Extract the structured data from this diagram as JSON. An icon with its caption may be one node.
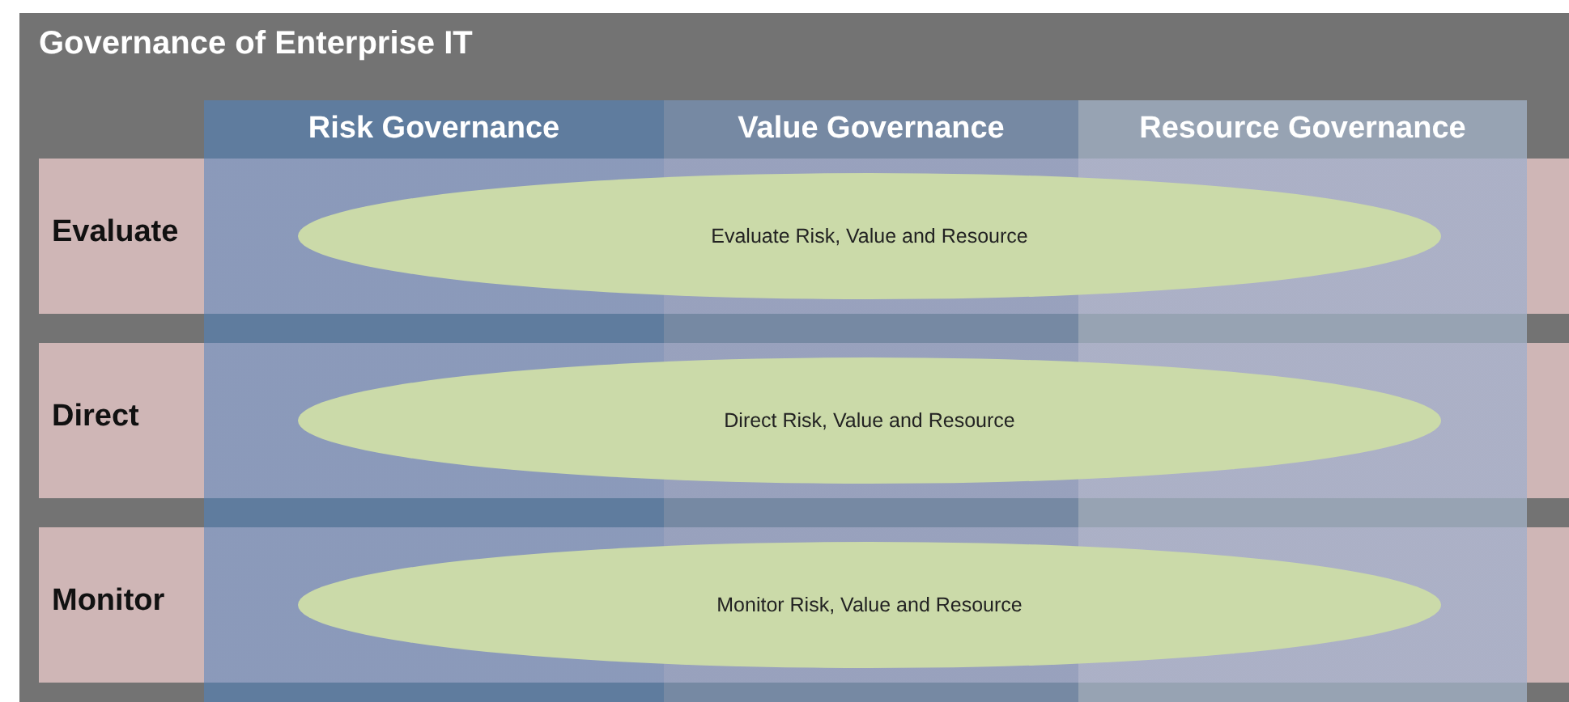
{
  "diagram": {
    "nodes": [
      {
        "text": [
          "Governance of Enterprise IT"
        ]
      },
      {
        "text": [
          "Risk Governance"
        ],
        "in": 0
      },
      {
        "text": [
          "Value Governance"
        ],
        "in": 0
      },
      {
        "text": [
          "Resource Governance"
        ],
        "in": 0
      },
      {
        "text": [
          "Evaluate"
        ],
        "in": 0
      },
      {
        "text": [
          "Direct"
        ],
        "in": 0
      },
      {
        "text": [
          "Monitor"
        ],
        "in": 0
      },
      {
        "text": [
          "Evaluate Risk, Value and Resource"
        ],
        "in": 4
      },
      {
        "text": [
          "Direct Risk, Value and Resource"
        ],
        "in": 5
      },
      {
        "text": [
          "Monitor Risk, Value and Resource"
        ],
        "in": 6
      }
    ]
  }
}
